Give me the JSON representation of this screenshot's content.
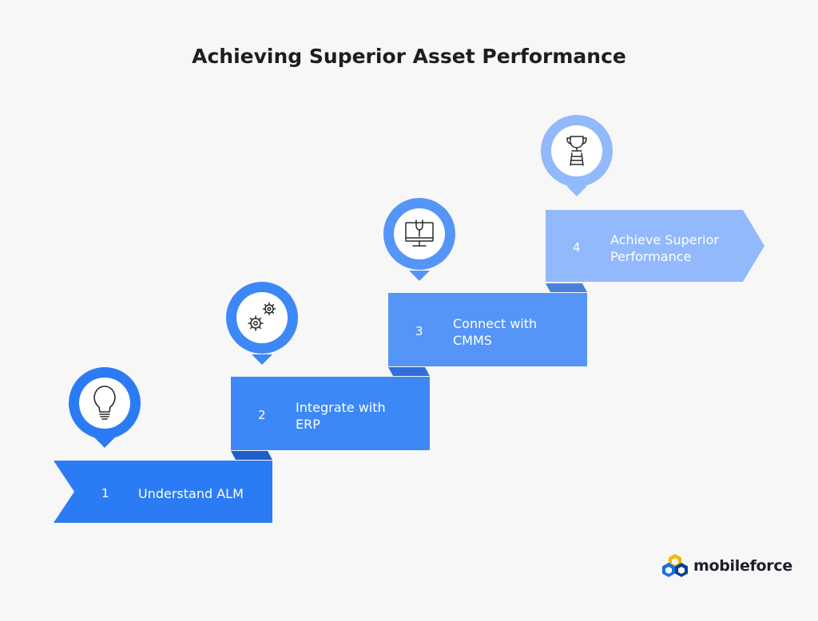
{
  "title": "Achieving Superior Asset Performance",
  "steps": [
    {
      "number": "1",
      "label": "Understand ALM",
      "icon": "lightbulb-icon"
    },
    {
      "number": "2",
      "label": "Integrate with ERP",
      "icon": "gears-icon"
    },
    {
      "number": "3",
      "label": "Connect with CMMS",
      "icon": "monitor-wrench-icon"
    },
    {
      "number": "4",
      "label": "Achieve Superior Performance",
      "icon": "trophy-ladder-icon"
    }
  ],
  "colors": {
    "step1": "#2b7cf4",
    "step2": "#3d88f7",
    "step3": "#5595f8",
    "step4": "#92b9fb",
    "fold1": "#1f5fcc",
    "fold2": "#2f6fd6",
    "fold3": "#4a80dc"
  },
  "brand": {
    "name": "mobileforce"
  }
}
